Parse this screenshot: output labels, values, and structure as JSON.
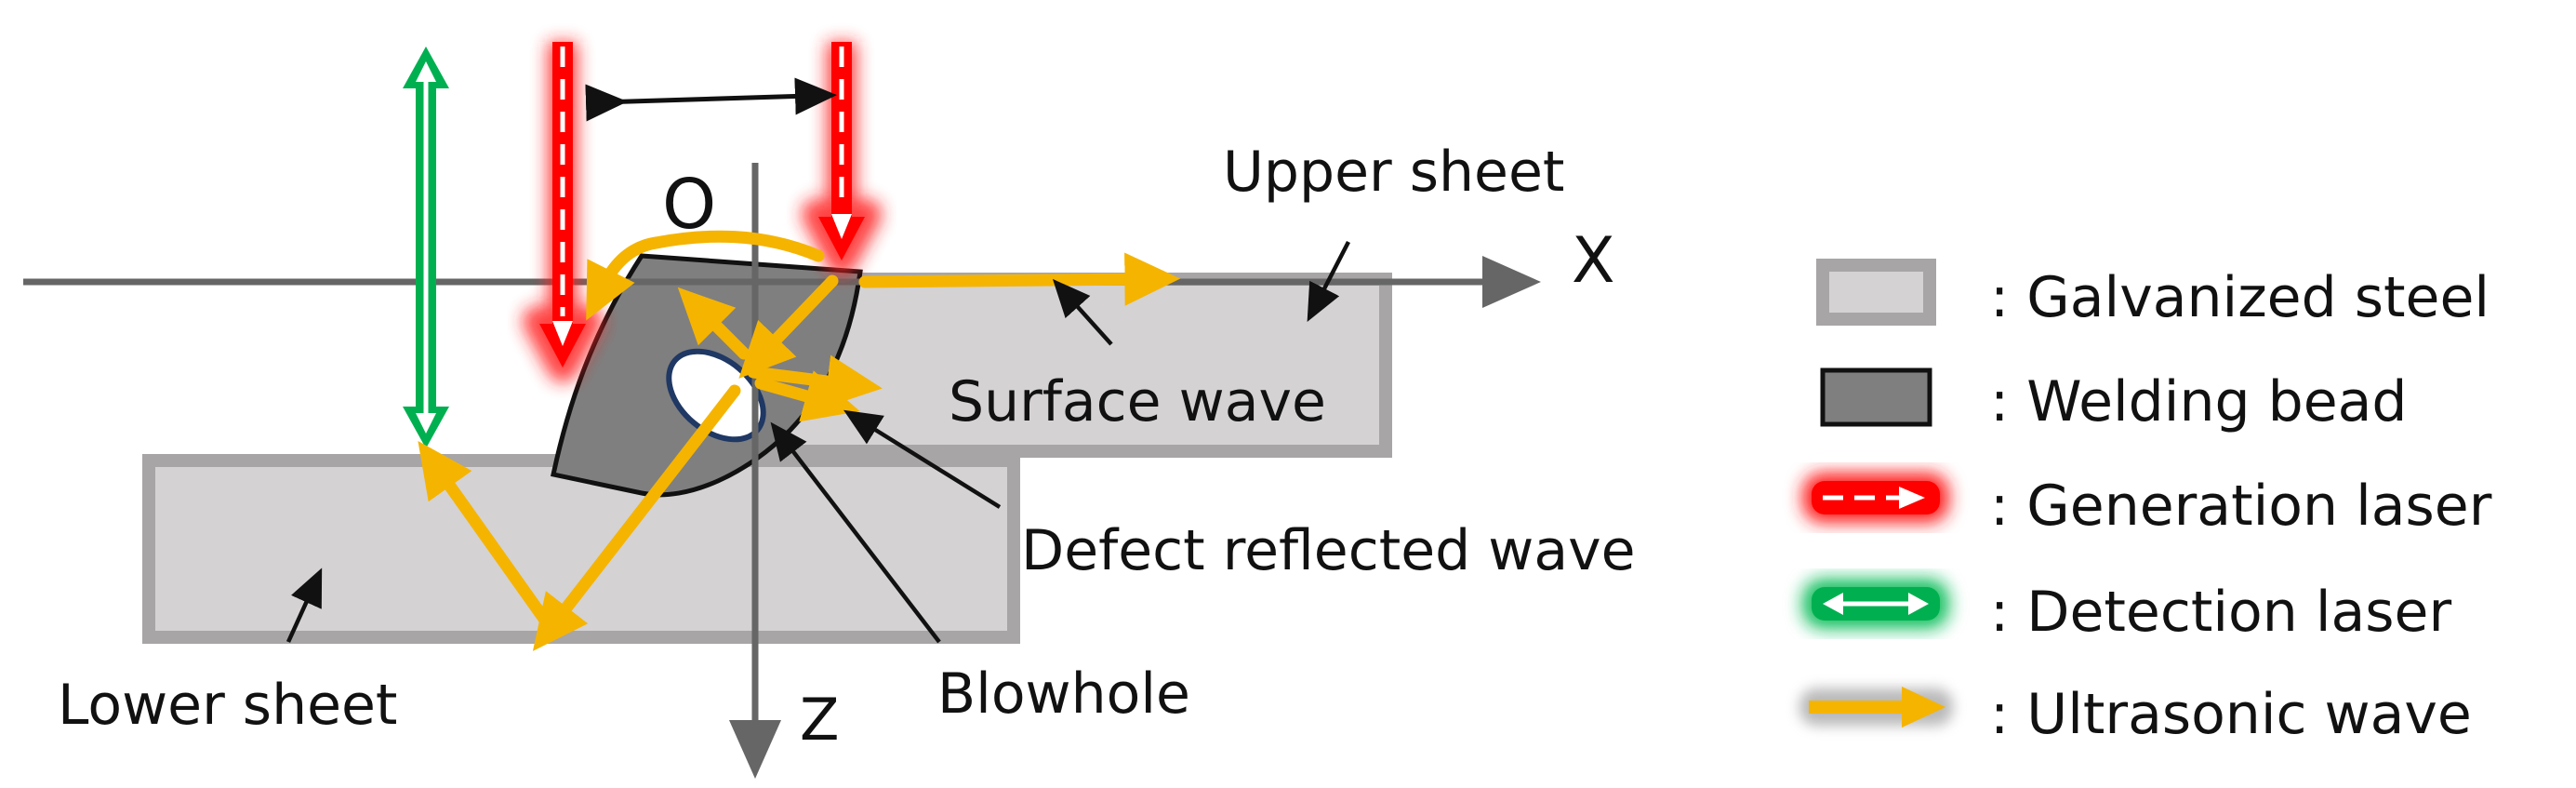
{
  "labels": {
    "origin": "O",
    "x_axis": "X",
    "z_axis": "Z",
    "upper_sheet": "Upper sheet",
    "lower_sheet": "Lower sheet",
    "surface_wave": "Surface wave",
    "defect_reflected_wave": "Defect reflected wave",
    "blowhole": "Blowhole"
  },
  "legend": {
    "galvanized_steel": ": Galvanized steel",
    "welding_bead": ": Welding bead",
    "generation_laser": ": Generation laser",
    "detection_laser": ": Detection laser",
    "ultrasonic_wave": ": Ultrasonic wave"
  },
  "colors": {
    "steel_fill": "#d4d2d3",
    "steel_border": "#a7a5a6",
    "bead_fill": "#7f7f7f",
    "generation_laser": "#ff0000",
    "detection_laser": "#00b050",
    "ultrasonic_wave": "#f5b400",
    "axis": "#666666"
  }
}
